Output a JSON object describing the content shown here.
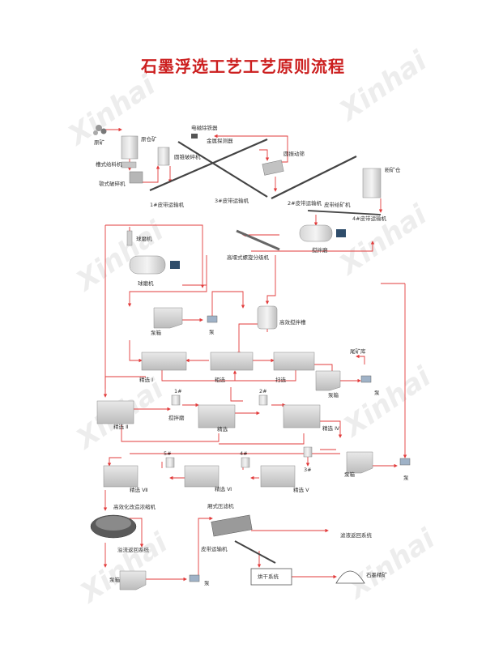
{
  "title": "石墨浮选工艺工艺原则流程",
  "colors": {
    "title": "#cc1f1f",
    "flow": "#e23b3b",
    "equipment": "#9a9a9a",
    "conveyor": "#555555",
    "text": "#333333",
    "watermark": "#ededed"
  },
  "watermark": {
    "text": "Xinhai"
  },
  "labels": {
    "raw_ore": "原矿",
    "raw_bin": "原仓矿",
    "vibrating_feeder": "槽式给料机",
    "jaw_crusher": "颚式破碎机",
    "magnet": "电磁除铁器",
    "metal_detector": "金属探测器",
    "cone_crusher": "圆锥破碎机",
    "belt1": "1#皮带运输机",
    "belt2": "2#皮带运输机",
    "belt3": "3#皮带运输机",
    "belt4": "4#皮带运输机",
    "circ_screen": "圆振动筛",
    "powder_bin": "粉矿仓",
    "belt_feeder": "皮带给矿机",
    "ball_mill_top": "球磨机",
    "ball_mill_left": "球磨机",
    "stirred_mill": "搅拌磨",
    "spiral_classifier": "高堰式螺旋分级机",
    "pump_box_1": "泵箱",
    "pump_1": "泵",
    "agitation_tank": "高效搅拌槽",
    "cleaner_1": "精选 Ⅰ",
    "rougher": "粗选",
    "scavenger": "扫选",
    "pump_box_2": "泵箱",
    "tailings_dam": "尾矿库",
    "pump_2": "泵",
    "cleaner_2": "精选 Ⅱ",
    "mixer_1": "1#",
    "mixing_mill": "搅拌磨",
    "cleaner_3": "精选",
    "mixer_2": "2#",
    "cleaner_4": "精选 Ⅳ",
    "mixer_5": "5#",
    "mixer_4": "4#",
    "mixer_3": "3#",
    "pump_box_3": "泵箱",
    "pump_3": "泵",
    "cleaner_7": "精选 Ⅶ",
    "cleaner_6": "精选 Ⅵ",
    "cleaner_5": "精选 Ⅴ",
    "thickener": "高效化改造浓缩机",
    "overflow_return": "溢流返回系统",
    "filter_press": "厢式压滤机",
    "filtrate_return": "滤液返回系统",
    "belt_conveyor": "皮带运输机",
    "pump_box_4": "泵箱",
    "pump_4": "泵",
    "dryer": "烘干系统",
    "graphite_product": "石墨精矿"
  }
}
